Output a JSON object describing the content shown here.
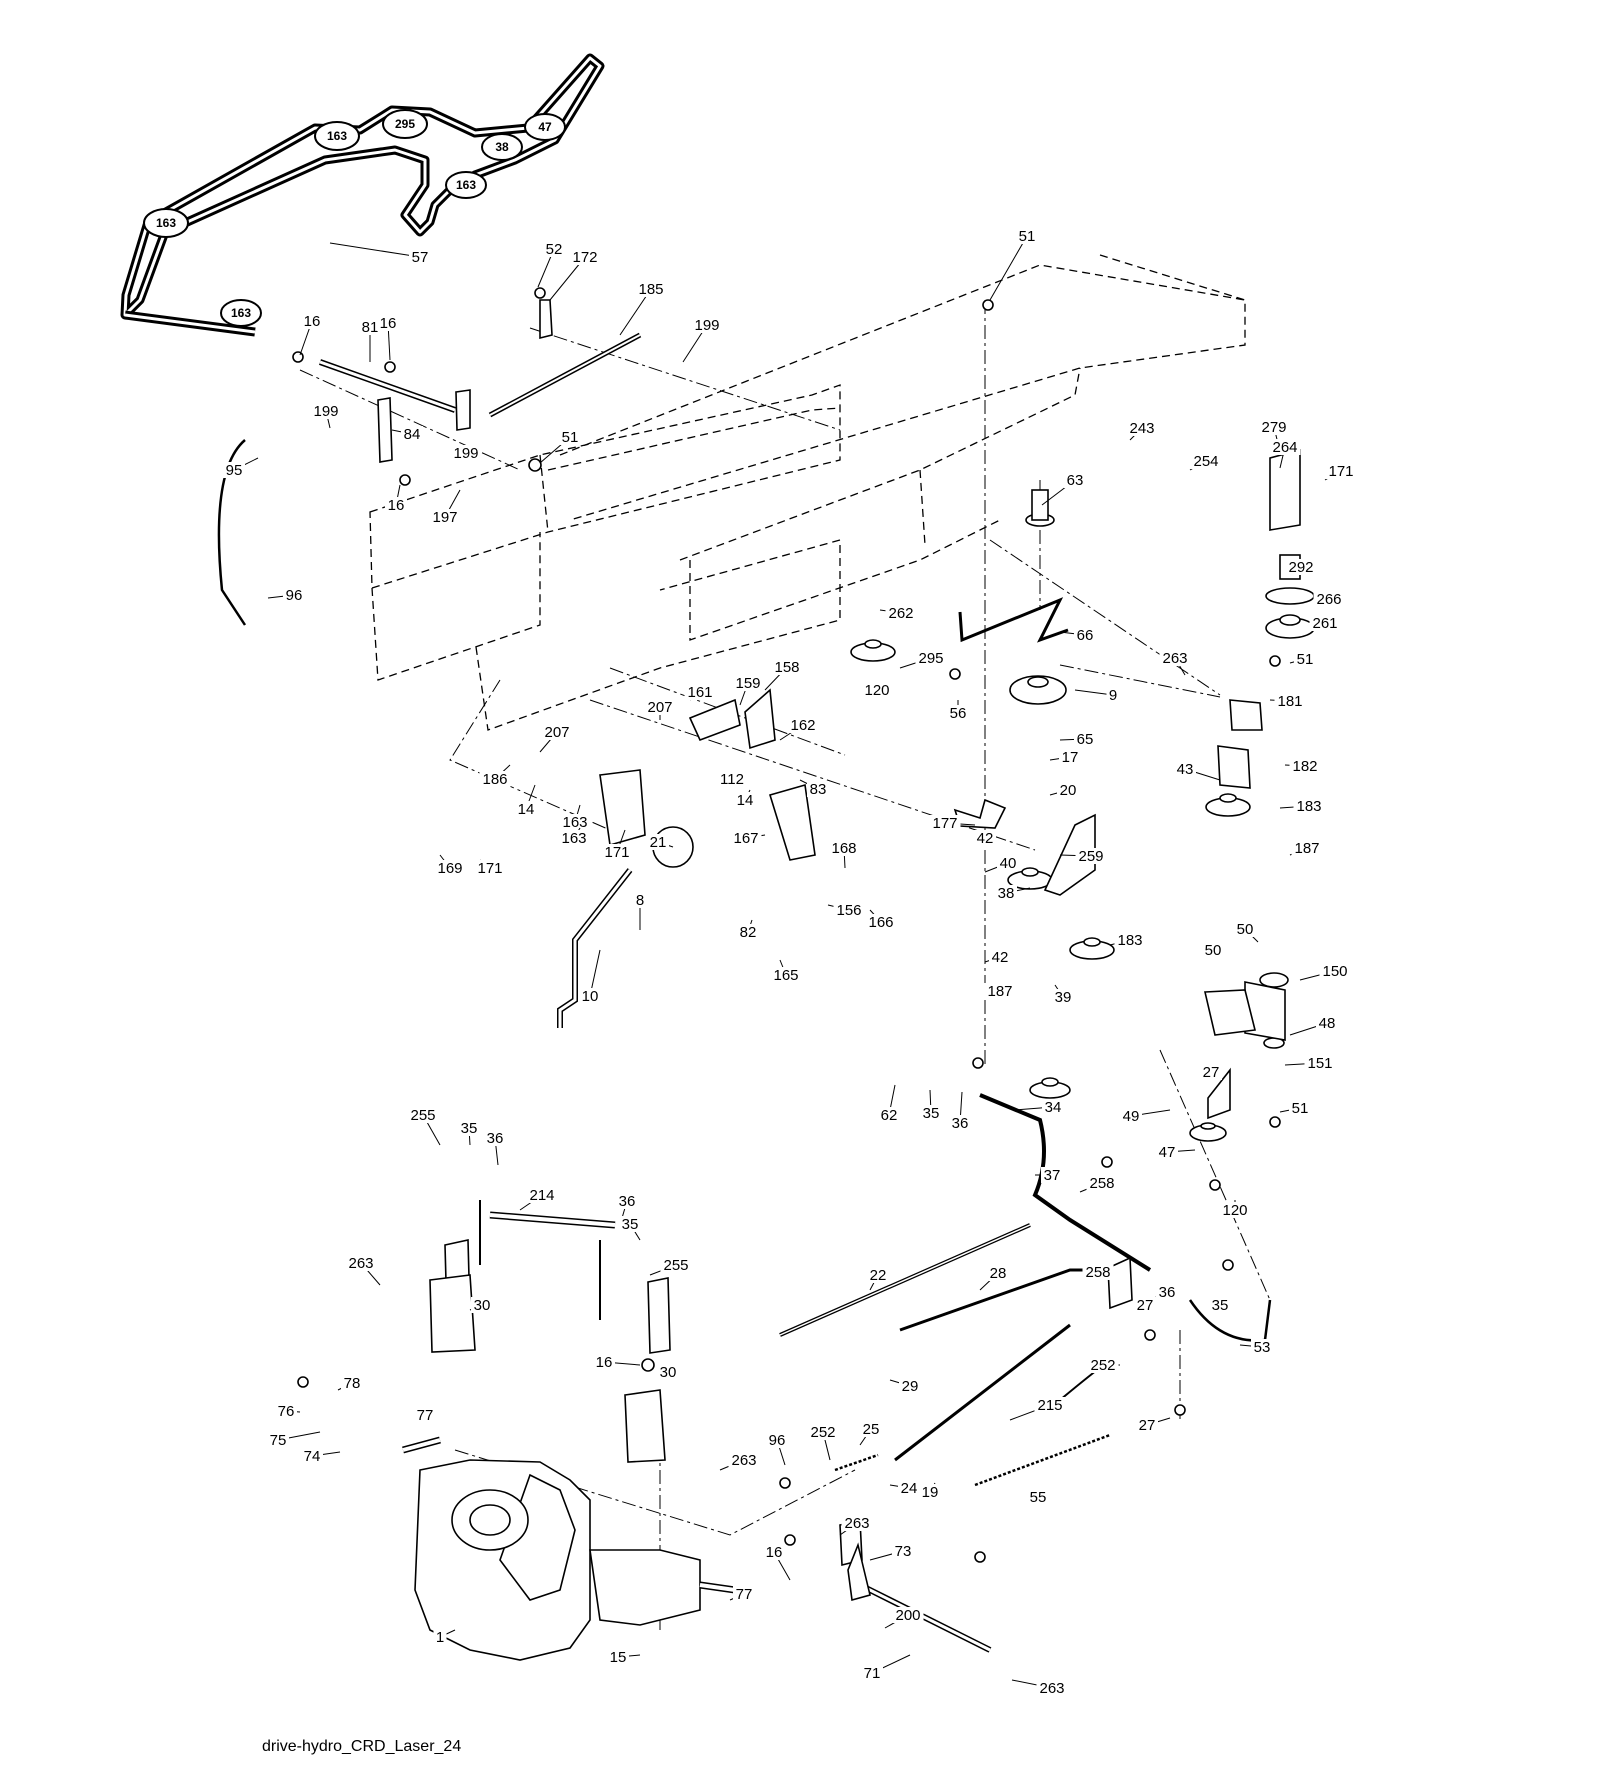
{
  "caption": "drive-hydro_CRD_Laser_24",
  "colors": {
    "ink": "#000000",
    "background": "#ffffff"
  },
  "belt_pulley_labels": [
    "295",
    "47",
    "163",
    "38",
    "163",
    "163",
    "163"
  ],
  "callouts": [
    "57",
    "52",
    "172",
    "185",
    "199",
    "16",
    "81",
    "16",
    "199",
    "84",
    "199",
    "51",
    "16",
    "197",
    "95",
    "96",
    "51",
    "63",
    "243",
    "254",
    "279",
    "264",
    "171",
    "292",
    "266",
    "261",
    "51",
    "262",
    "295",
    "120",
    "66",
    "56",
    "9",
    "263",
    "181",
    "65",
    "17",
    "20",
    "43",
    "182",
    "183",
    "187",
    "158",
    "207",
    "161",
    "159",
    "162",
    "207",
    "186",
    "14",
    "163",
    "112",
    "14",
    "83",
    "167",
    "171",
    "169",
    "171",
    "163",
    "168",
    "21",
    "177",
    "42",
    "40",
    "259",
    "38",
    "183",
    "42",
    "187",
    "39",
    "8",
    "82",
    "165",
    "156",
    "166",
    "10",
    "50",
    "50",
    "150",
    "48",
    "27",
    "151",
    "49",
    "51",
    "47",
    "120",
    "62",
    "35",
    "36",
    "34",
    "37",
    "258",
    "255",
    "35",
    "36",
    "214",
    "36",
    "35",
    "255",
    "263",
    "30",
    "22",
    "28",
    "36",
    "35",
    "258",
    "27",
    "252",
    "53",
    "29",
    "215",
    "27",
    "16",
    "30",
    "78",
    "76",
    "75",
    "77",
    "74",
    "263",
    "96",
    "252",
    "25",
    "24",
    "19",
    "55",
    "263",
    "73",
    "16",
    "77",
    "200",
    "1",
    "15",
    "71",
    "263"
  ]
}
